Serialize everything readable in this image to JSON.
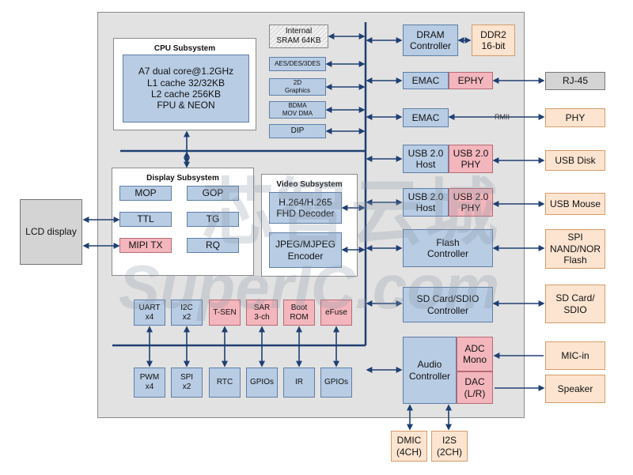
{
  "colors": {
    "cpu_block": "#b8cce4",
    "highlight": "#f4b6bd",
    "external": "#fce4d0",
    "peripheral": "#d4d4d4",
    "bus": "#1f3f73"
  },
  "cpu": {
    "title": "CPU Subsystem",
    "lines": [
      "A7 dual core@1.2GHz",
      "L1 cache 32/32KB",
      "L2 cache 256KB",
      "FPU & NEON"
    ]
  },
  "sram": {
    "lines": [
      "Internal",
      "SRAM 64KB"
    ]
  },
  "aes": "AES/DES/3DES",
  "graphics2d": {
    "lines": [
      "2D",
      "Graphics"
    ]
  },
  "bdma": {
    "lines": [
      "BDMA",
      "MOV DMA"
    ]
  },
  "dip": "DIP",
  "display": {
    "title": "Display Subsystem",
    "mop": "MOP",
    "gop": "GOP",
    "ttl": "TTL",
    "tg": "TG",
    "mipi": "MIPI TX",
    "rq": "RQ"
  },
  "video": {
    "title": "Video Subsystem",
    "dec": [
      "H.264/H.265",
      "FHD Decoder"
    ],
    "enc": [
      "JPEG/MJPEG",
      "Encoder"
    ]
  },
  "lcd": "LCD display",
  "io_top": [
    {
      "lines": [
        "UART",
        "x4"
      ]
    },
    {
      "lines": [
        "I2C",
        "x2"
      ]
    },
    {
      "lines": [
        "T-SEN"
      ]
    },
    {
      "lines": [
        "SAR",
        "3-ch"
      ]
    },
    {
      "lines": [
        "Boot",
        "ROM"
      ]
    },
    {
      "lines": [
        "eFuse"
      ]
    }
  ],
  "io_bottom": [
    {
      "lines": [
        "PWM",
        "x4"
      ]
    },
    {
      "lines": [
        "SPI",
        "x2"
      ]
    },
    {
      "lines": [
        "RTC"
      ]
    },
    {
      "lines": [
        "GPIOs"
      ]
    },
    {
      "lines": [
        "IR"
      ]
    },
    {
      "lines": [
        "GPIOs"
      ]
    }
  ],
  "dram": {
    "ctrl": [
      "DRAM",
      "Controller"
    ],
    "ddr": [
      "DDR2",
      "16-bit"
    ]
  },
  "emac1": {
    "emac": "EMAC",
    "ephy": "EPHY",
    "ext": "RJ-45"
  },
  "emac2": {
    "emac": "EMAC",
    "rmii": "RMII",
    "ext": "PHY"
  },
  "usb1": {
    "host": [
      "USB 2.0",
      "Host"
    ],
    "phy": [
      "USB 2.0",
      "PHY"
    ],
    "ext": "USB Disk"
  },
  "usb2": {
    "host": [
      "USB 2.0",
      "Host"
    ],
    "phy": [
      "USB 2.0",
      "PHY"
    ],
    "ext": "USB Mouse"
  },
  "flash": {
    "ctrl": [
      "Flash",
      "Controller"
    ],
    "ext": [
      "SPI",
      "NAND/NOR",
      "Flash"
    ]
  },
  "sd": {
    "ctrl": [
      "SD Card/SDIO",
      "Controller"
    ],
    "ext": [
      "SD Card/",
      "SDIO"
    ]
  },
  "audio": {
    "ctrl": [
      "Audio",
      "Controller"
    ],
    "adc": [
      "ADC",
      "Mono"
    ],
    "dac": [
      "DAC",
      "(L/R)"
    ],
    "mic": "MIC-in",
    "spk": "Speaker"
  },
  "dmic": [
    "DMIC",
    "(4CH)"
  ],
  "i2s": [
    "I2S",
    "(2CH)"
  ],
  "watermark": {
    "cn": "芯智云城",
    "en": "SuperIC.com"
  }
}
